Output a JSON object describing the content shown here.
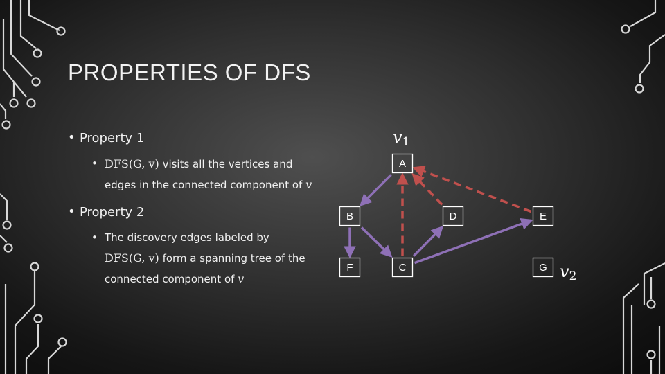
{
  "slide": {
    "title": "PROPERTIES OF DFS",
    "bullets": [
      {
        "heading": "Property 1",
        "lines": [
          {
            "math": "DFS(G, v)",
            "text": " visits all the vertices and"
          },
          {
            "text": "edges in the connected component of ",
            "math_var": "v"
          }
        ]
      },
      {
        "heading": "Property 2",
        "lines": [
          {
            "text": "The discovery edges labeled by"
          },
          {
            "math": "DFS(G, v)",
            "text": " form a spanning tree of the"
          },
          {
            "text": "connected component of ",
            "math_var": "v"
          }
        ]
      }
    ]
  },
  "graph": {
    "colors": {
      "discovery": "#8e70b6",
      "back": "#c0504d",
      "node_border": "#ffffff"
    },
    "nodes": [
      {
        "id": "A",
        "label": "A"
      },
      {
        "id": "B",
        "label": "B"
      },
      {
        "id": "D",
        "label": "D"
      },
      {
        "id": "E",
        "label": "E"
      },
      {
        "id": "F",
        "label": "F"
      },
      {
        "id": "C",
        "label": "C"
      },
      {
        "id": "G",
        "label": "G"
      }
    ],
    "edges": [
      {
        "from": "A",
        "to": "B",
        "type": "discovery"
      },
      {
        "from": "B",
        "to": "F",
        "type": "discovery"
      },
      {
        "from": "B",
        "to": "C",
        "type": "discovery"
      },
      {
        "from": "C",
        "to": "D",
        "type": "discovery"
      },
      {
        "from": "C",
        "to": "E",
        "type": "discovery"
      },
      {
        "from": "C",
        "to": "A",
        "type": "back"
      },
      {
        "from": "D",
        "to": "A",
        "type": "back"
      },
      {
        "from": "E",
        "to": "A",
        "type": "back"
      }
    ],
    "vertex_labels": [
      {
        "node": "A",
        "var": "v",
        "sub": "1"
      },
      {
        "node": "G",
        "var": "v",
        "sub": "2"
      }
    ]
  }
}
